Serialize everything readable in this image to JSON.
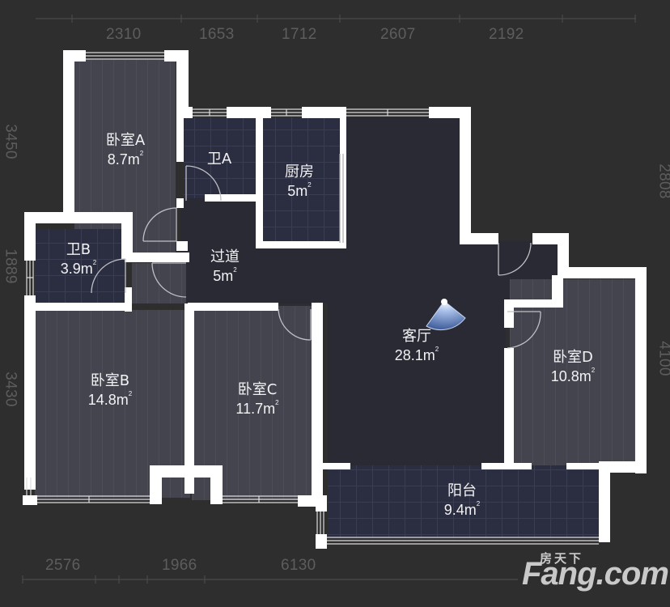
{
  "dimensions": {
    "top": [
      "2310",
      "1653",
      "1712",
      "2607",
      "2192"
    ],
    "bottom": [
      "2576",
      "1966",
      "6130"
    ],
    "left": [
      "3450",
      "1889",
      "3430"
    ],
    "right": [
      "2808",
      "4100"
    ]
  },
  "rooms": [
    {
      "id": "bedroom-a",
      "name": "卧室A",
      "area": "8.7m",
      "sup": "2"
    },
    {
      "id": "bath-a",
      "name": "卫A",
      "area": "",
      "sup": ""
    },
    {
      "id": "kitchen",
      "name": "厨房",
      "area": "5m",
      "sup": "2"
    },
    {
      "id": "bath-b",
      "name": "卫B",
      "area": "3.9m",
      "sup": "2"
    },
    {
      "id": "corridor",
      "name": "过道",
      "area": "5m",
      "sup": "2"
    },
    {
      "id": "living",
      "name": "客厅",
      "area": "28.1m",
      "sup": "2"
    },
    {
      "id": "bedroom-b",
      "name": "卧室B",
      "area": "14.8m",
      "sup": "2"
    },
    {
      "id": "bedroom-c",
      "name": "卧室C",
      "area": "11.7m",
      "sup": "2"
    },
    {
      "id": "bedroom-d",
      "name": "卧室D",
      "area": "10.8m",
      "sup": "2"
    },
    {
      "id": "balcony",
      "name": "阳台",
      "area": "9.4m",
      "sup": "2"
    }
  ],
  "watermark": {
    "cn": "房天下",
    "en": "Fang.com"
  },
  "colors": {
    "background": "#2e2e2f",
    "wall": "#ffffff",
    "floor_wood": "#44444f",
    "floor_tile": "#2b2d40",
    "floor_living": "#292a33",
    "dimension_text": "#5d5d5f",
    "label_text": "#f2f2f4",
    "camera": "#7f9fd6"
  },
  "camera_icon": "view-direction-fan"
}
